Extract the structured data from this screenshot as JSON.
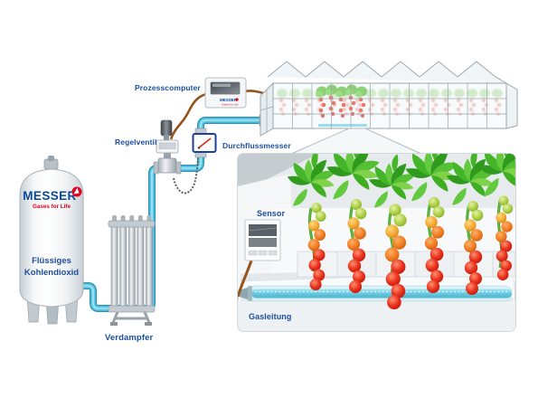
{
  "brand": {
    "name": "MESSER",
    "tagline": "Gases for Life"
  },
  "tank_label": {
    "line1": "Flüssiges",
    "line2": "Kohlendioxid"
  },
  "labels": {
    "process_computer": "Prozesscomputer",
    "control_valve": "Regelventil",
    "flow_meter": "Durchflussmesser",
    "evaporator": "Verdampfer",
    "sensor": "Sensor",
    "gas_line": "Gasleitung"
  },
  "colors": {
    "label_blue": "#1c4fa1",
    "brand_blue": "#0a4a99",
    "brand_red": "#e2001a",
    "pipe_cyan": "#5ec9e4",
    "pipe_outline": "#2795b8",
    "cable_brown": "#96541c",
    "tomato_red": "#e02a1d",
    "tomato_orange": "#ee7a20",
    "tomato_green": "#a8cc3e",
    "leaf_green": "#46b224",
    "frame_gray": "#9aa5ad",
    "flow_meter_border": "#1c3f9e"
  }
}
